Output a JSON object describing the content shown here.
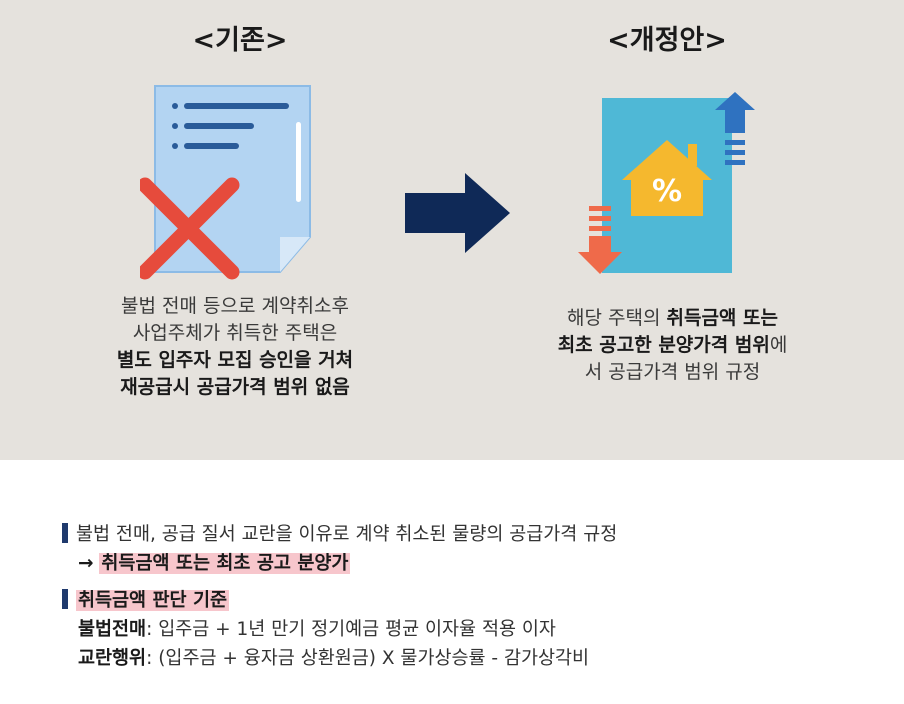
{
  "left": {
    "heading": "<기존>",
    "desc_line1": "불법 전매 등으로 계약취소후",
    "desc_line2": "사업주체가 취득한 주택은",
    "desc_line3": "별도 입주자 모집 승인을 거쳐",
    "desc_line4": "재공급시 공급가격 범위 없음",
    "icon": "document-with-red-x-icon"
  },
  "right": {
    "heading": "<개정안>",
    "desc_line1_plain": "해당 주택의 ",
    "desc_line1_bold": "취득금액 또는",
    "desc_line2_bold": "최초 공고한 분양가격 범위",
    "desc_line2_plain": "에",
    "desc_line3": "서 공급가격 범위 규정",
    "icon": "house-percent-price-up-down-icon"
  },
  "arrow_icon": "right-arrow-icon",
  "bottom": {
    "item1_text": "불법 전매, 공급 질서 교란을 이유로 계약 취소된 물량의 공급가격 규정",
    "item1_sub_arrow": "→",
    "item1_sub_highlight": "취득금액 또는 최초 공고 분양가",
    "item2_title": "취득금액 판단 기준",
    "row1_label": "불법전매",
    "row1_text": ": 입주금 + 1년 만기 정기예금 평균 이자율 적용 이자",
    "row2_label": "교란행위",
    "row2_text": ": (입주금 + 융자금 상환원금) X 물가상승률 - 감가상각비"
  },
  "colors": {
    "panel_bg": "#e5e2dd",
    "arrow": "#0f2957",
    "highlight": "#f7c6cc",
    "doc_blue": "#a9cdf0",
    "red_x": "#e64b3c",
    "card_teal": "#4fb8d6",
    "house_yellow": "#f5b82e"
  }
}
